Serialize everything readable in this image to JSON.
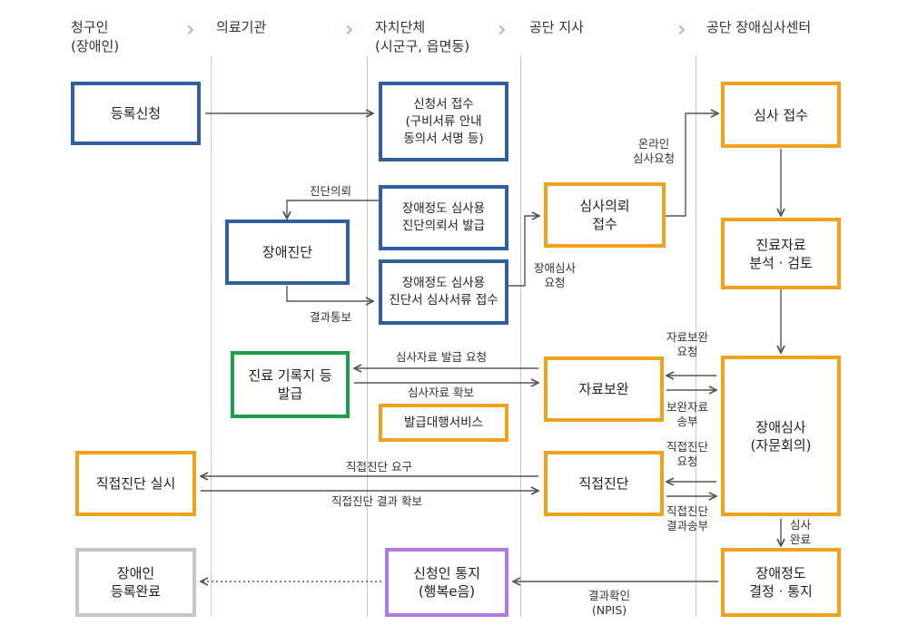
{
  "lanes": [
    "청구인\n(장애인)",
    "의료기관",
    "자치단체\n(시군구, 읍면동)",
    "공단 지사",
    "공단 장애심사센터"
  ],
  "boxes": {
    "apply": "등록신청",
    "receive_app": "신청서 접수\n(구비서류 안내\n동의서 서명 등)",
    "issue_form": "장애정도 심사용\n진단의뢰서 발급",
    "diagnosis": "장애진단",
    "receive_diag": "장애정도 심사용\n진단서 심사서류 접수",
    "review_req_recv": "심사의뢰\n접수",
    "review_recv": "심사 접수",
    "record_review": "진료자료\n분석 · 검토",
    "records_issue": "진료 기록지 등\n발급",
    "supplement": "자료보완",
    "proxy_issue": "발급대행서비스",
    "disability_review": "장애심사\n(자문회의)",
    "direct_exam": "직접진단 실시",
    "direct_diag": "직접진단",
    "reg_complete": "장애인\n등록완료",
    "notice": "신청인 통지\n(행복e음)",
    "decision": "장애정도\n결정 · 통지"
  },
  "labels": {
    "diag_request": "진단의뢰",
    "result_notice": "결과통보",
    "online_review": "온라인\n심사요청",
    "disability_review_req": "장애심사\n요청",
    "issue_request": "심사자료 발급 요청",
    "confirm": "심사자료 확보",
    "supp_request": "자료보완\n요청",
    "supp_send": "보완자료\n송부",
    "direct_request": "직접진단 요구",
    "direct_secure": "직접진단 결과 확보",
    "direct_req2": "직접진단\n요청",
    "direct_send": "직접진단\n결과송부",
    "review_done": "심사\n완료",
    "result_check": "결과확인\n(NPIS)"
  },
  "colors": {
    "blue": "#2f5f9e",
    "orange": "#f0a31a",
    "green": "#1a9e4a",
    "grey": "#c6c6c6",
    "purple": "#b07ae0",
    "arrow": "#555555",
    "chevron": "#8fb0d8"
  }
}
